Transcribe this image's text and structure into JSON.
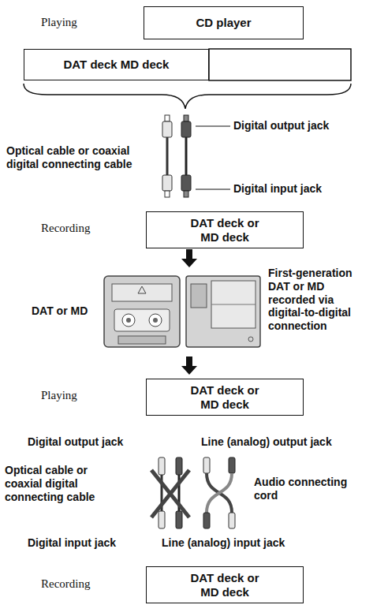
{
  "diagram": {
    "nodes": [
      {
        "text": [
          "CD player"
        ]
      },
      {
        "text": [
          "DAT deck MD deck"
        ]
      },
      {
        "text": [
          "DAT deck or MD deck"
        ]
      },
      {
        "text": [
          "DAT deck or MD deck"
        ]
      },
      {
        "text": [
          "DAT deck or MD deck"
        ]
      }
    ],
    "labels": [
      "Playing",
      "Digital output jack",
      "Optical cable or coaxial digital connecting cable",
      "Digital input jack",
      "Recording",
      "DAT or MD",
      "First-generation DAT or MD recorded via digital-to-digital connection",
      "Playing",
      "Digital output jack",
      "Line (analog) output jack",
      "Optical cable or coaxial digital connecting cable",
      "Audio connecting cord",
      "Digital input jack",
      "Line (analog) input jack",
      "Recording"
    ]
  }
}
